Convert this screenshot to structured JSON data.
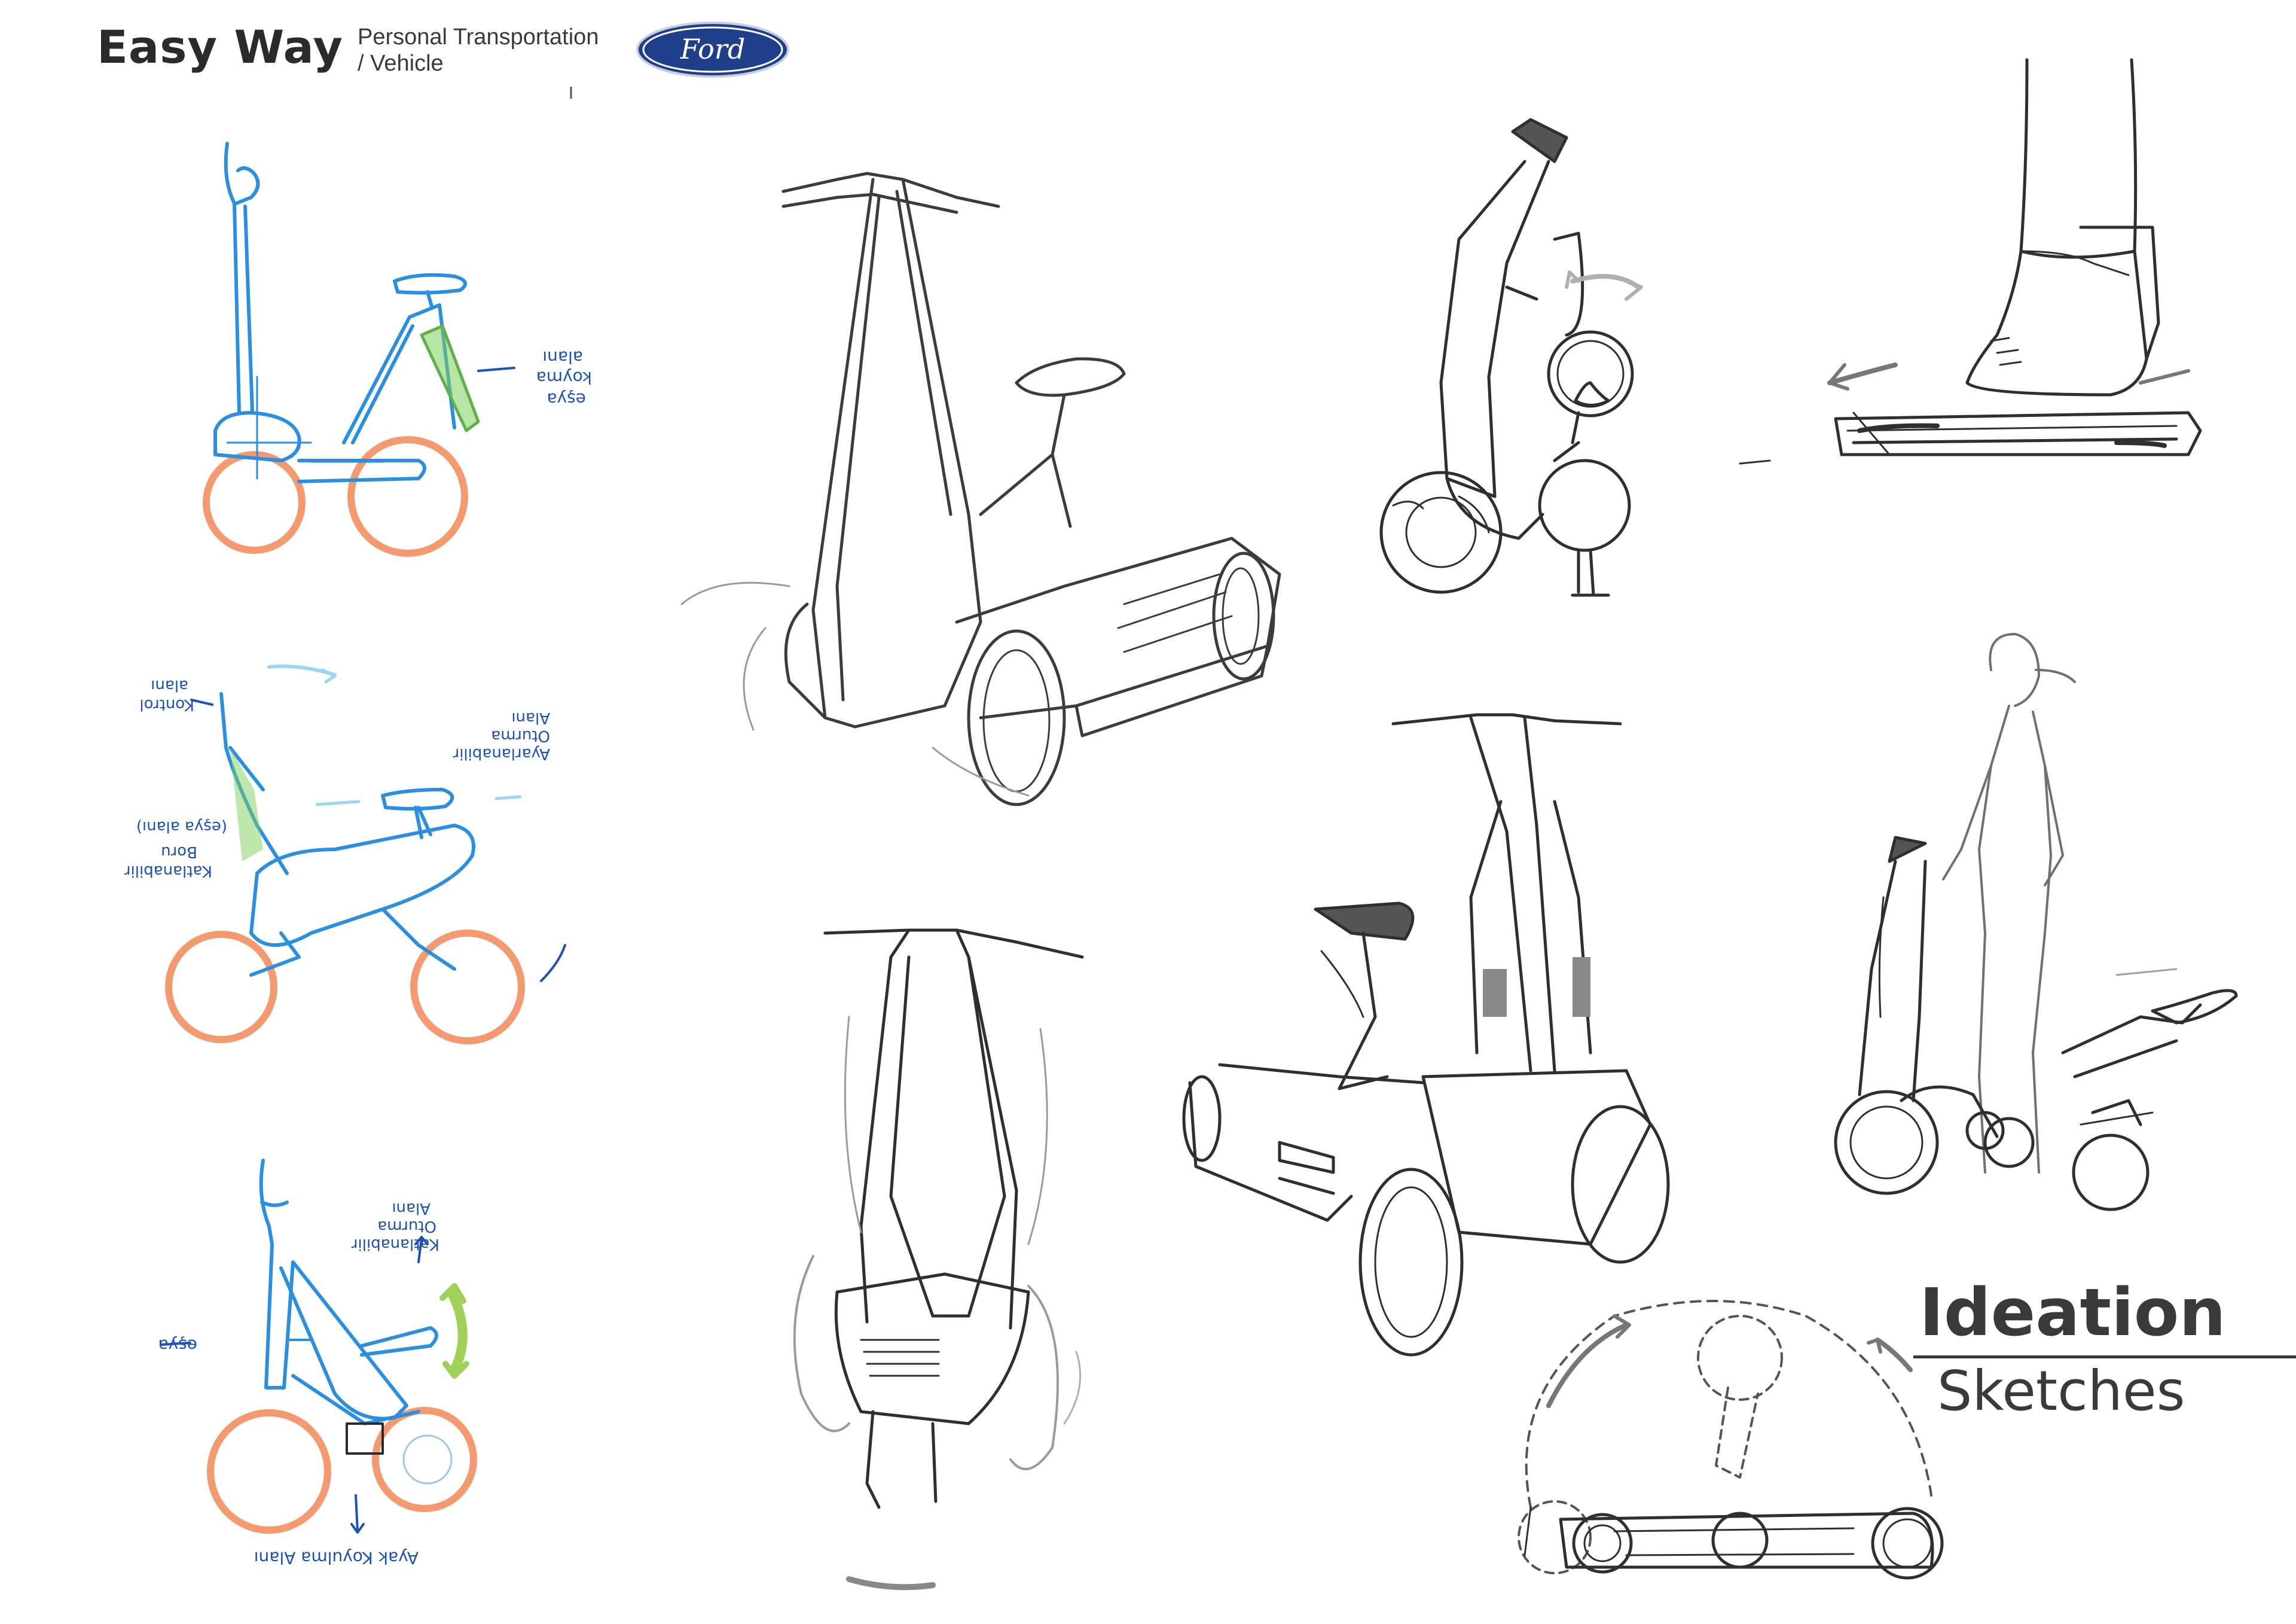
{
  "header": {
    "title": "Easy Way",
    "subtitle_line1": "Personal Transportation",
    "subtitle_line2": "/ Vehicle",
    "brand_logo_text": "Ford"
  },
  "section": {
    "title": "Ideation",
    "subtitle": "Sketches"
  },
  "colors": {
    "blue_pen": "#2a8fe0",
    "dark_blue_note": "#1c52b5",
    "orange_wheel": "#f39a70",
    "green_marker": "#7bcf5a",
    "pencil": "#3c3c3c",
    "brand_oval": "#1f3f8a"
  },
  "sketches": [
    {
      "name": "side-view-seated-concept",
      "style": "blue-pen"
    },
    {
      "name": "side-view-folding-concept",
      "style": "blue-pen"
    },
    {
      "name": "side-view-compact-concept",
      "style": "blue-pen"
    },
    {
      "name": "three-quarter-view-platform-vehicle",
      "style": "pencil"
    },
    {
      "name": "folded-vehicle-side-view",
      "style": "pencil"
    },
    {
      "name": "foot-platform-detail",
      "style": "pencil"
    },
    {
      "name": "front-view-vehicle",
      "style": "pencil"
    },
    {
      "name": "rear-three-quarter-view-vehicle",
      "style": "pencil"
    },
    {
      "name": "user-with-vehicle-side-view",
      "style": "pencil"
    },
    {
      "name": "folding-mechanism-diagram",
      "style": "pencil"
    }
  ],
  "annotations": [
    {
      "text": "eşya"
    },
    {
      "text": "koyma"
    },
    {
      "text": "alanı"
    },
    {
      "text": "Kontrol"
    },
    {
      "text": "alanı"
    },
    {
      "text": "Ayarlanabilir"
    },
    {
      "text": "Oturma"
    },
    {
      "text": "Alanı"
    },
    {
      "text": "Katlanabilir"
    },
    {
      "text": "Boru"
    },
    {
      "text": "(eşya alanı)"
    },
    {
      "text": "Katlanabilir"
    },
    {
      "text": "Oturma"
    },
    {
      "text": "Alanı"
    },
    {
      "text": "eşya"
    },
    {
      "text": "Ayak Koyulma Alanı"
    }
  ]
}
